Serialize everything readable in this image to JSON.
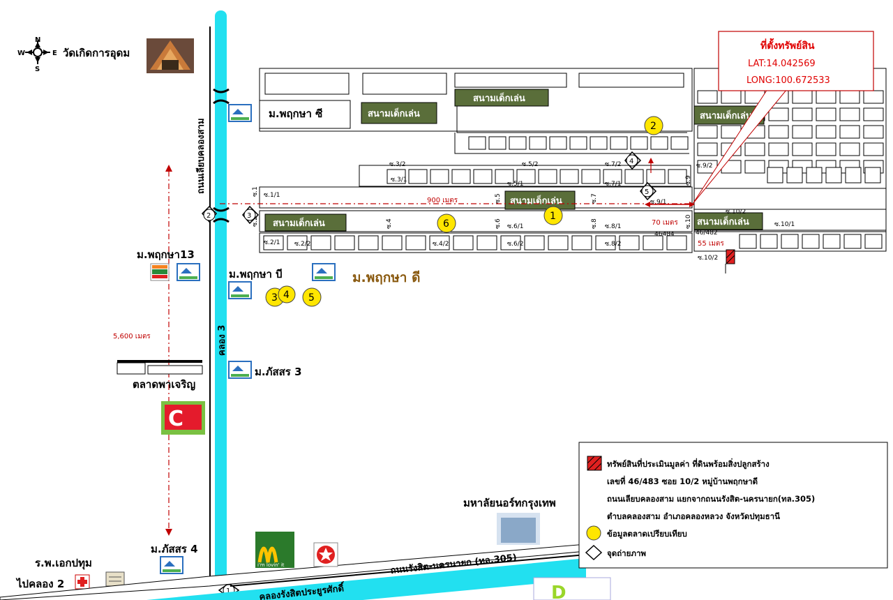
{
  "colors": {
    "canal": "#22e0f0",
    "playground": "#5a6e3a",
    "marker": "#ffe600",
    "accent": "#c00000"
  },
  "compass": {
    "n": "N",
    "s": "S",
    "e": "E",
    "w": "W"
  },
  "labels": {
    "temple": "วัดเกิดการอุดม",
    "road_vertical": "ถนนเลียบคลองสาม",
    "canal_vertical": "คลอง 3",
    "village_c": "ม.พฤกษา ซี",
    "village_13": "ม.พฤกษา13",
    "village_b": "ม.พฤกษา บี",
    "village_d": "ม.พฤกษา ดี",
    "village_passorn3": "ม.ภัสสร 3",
    "village_passorn4": "ม.ภัสสร 4",
    "market": "ตลาดพาเจริญ",
    "hospital": "ร.พ.เอกปทุม",
    "to_klong2": "ไปคลอง 2",
    "university": "มหาลัยนอร์ทกรุงเทพ",
    "road_main": "ถนนรังสิต-นครนายก (ทล.305)",
    "canal_main": "คลองรังสิตประยูรศักดิ์",
    "dist_5600": "5,600 เมตร",
    "dist_900": "900 เมตร",
    "dist_70": "70 เมตร",
    "dist_55": "55 เมตร",
    "playground": "สนามเด็กเล่น",
    "house_46484": "46484",
    "house_46482": "46/482",
    "mcd_slogan": "i'm lovin' it"
  },
  "callout": {
    "title": "ที่ตั้งทรัพย์สิน",
    "lat": "LAT:14.042569",
    "long": "LONG:100.672533"
  },
  "sois": {
    "s1_1": "ซ.1/1",
    "s1": "ซ.1",
    "s2": "ซ.2",
    "s2_1": "ซ.2/1",
    "s2_2": "ซ.2/2",
    "s3_1": "ซ.3/1",
    "s3_2": "ซ.3/2",
    "s4": "ซ.4",
    "s4_2": "ซ.4/2",
    "s5": "ซ.5",
    "s5_1": "ซ.5/1",
    "s5_2": "ซ.5/2",
    "s6": "ซ.6",
    "s6_1": "ซ.6/1",
    "s6_2": "ซ.6/2",
    "s7": "ซ.7",
    "s7_1": "ซ.7/1",
    "s7_2": "ซ.7/2",
    "s8": "ซ.8",
    "s8_1": "ซ.8/1",
    "s8_2": "ซ.8/2",
    "s9": "ซ.9",
    "s9_1": "ซ.9/1",
    "s9_2": "ซ.9/2",
    "s10": "ซ.10",
    "s10_1": "ซ.10/1",
    "s10_2": "ซ.10/2",
    "s10_2b": "ซ.10/2"
  },
  "markers": {
    "m1": "1",
    "m2": "2",
    "m3": "3",
    "m4": "4",
    "m5": "5",
    "m6": "6"
  },
  "viewpoints": {
    "v1": "1",
    "v2": "2",
    "v3": "3",
    "v4": "4",
    "v5": "5"
  },
  "legend": {
    "line1": "ทรัพย์สินที่ประเมินมูลค่า ที่ดินพร้อมสิ่งปลูกสร้าง",
    "line2": "เลขที่ 46/483 ซอย 10/2 หมู่บ้านพฤกษาดี",
    "line3": "ถนนเลียบคลองสาม แยกจากถนนรังสิต-นครนายก(ทล.305)",
    "line4": "ตำบลคลองสาม อำเภอคลองหลวง จังหวัดปทุมธานี",
    "comparison": "ข้อมูลตลาดเปรียบเทียบ",
    "photo_point": "จุดถ่ายภาพ"
  }
}
